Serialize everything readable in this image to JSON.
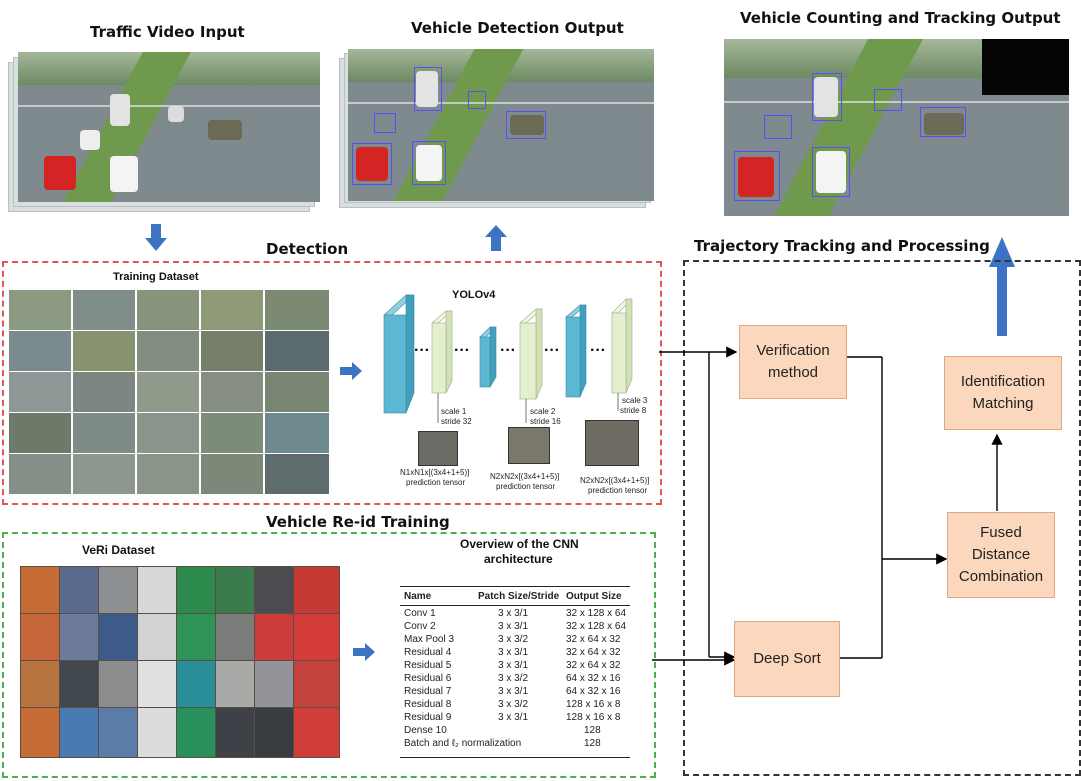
{
  "titles": {
    "traffic_input": "Traffic Video Input",
    "detection_output": "Vehicle Detection Output",
    "counting_output": "Vehicle Counting and Tracking Output",
    "detection": "Detection",
    "trajectory": "Trajectory Tracking and Processing",
    "reid": "Vehicle Re-id Training"
  },
  "detection_panel": {
    "training_dataset": "Training Dataset",
    "yolo": "YOLOv4",
    "scale1": "scale 1",
    "stride1": "stride 32",
    "scale2": "scale 2",
    "stride2": "stride 16",
    "scale3": "scale 3",
    "stride3": "stride 8",
    "tensor1_a": "N1xN1x[(3x4+1+5)]",
    "tensor1_b": "prediction tensor",
    "tensor2_a": "N2xN2x[(3x4+1+5)]",
    "tensor2_b": "prediction tensor",
    "tensor3_a": "N2xN2x[(3x4+1+5)]",
    "tensor3_b": "prediction tensor"
  },
  "reid_panel": {
    "veri_dataset": "VeRi Dataset",
    "cnn_title_1": "Overview of the CNN",
    "cnn_title_2": "architecture",
    "table": {
      "headers": [
        "Name",
        "Patch Size/Stride",
        "Output Size"
      ],
      "rows": [
        [
          "Conv 1",
          "3 x 3/1",
          "32 x 128 x 64"
        ],
        [
          "Conv 2",
          "3 x 3/1",
          "32 x 128 x 64"
        ],
        [
          "Max Pool 3",
          "3 x 3/2",
          "32 x 64 x 32"
        ],
        [
          "Residual 4",
          "3 x 3/1",
          "32 x 64 x 32"
        ],
        [
          "Residual 5",
          "3 x 3/1",
          "32 x 64 x 32"
        ],
        [
          "Residual 6",
          "3 x 3/2",
          "64 x 32 x 16"
        ],
        [
          "Residual 7",
          "3 x 3/1",
          "64 x 32 x 16"
        ],
        [
          "Residual 8",
          "3 x 3/2",
          "128 x 16 x 8"
        ],
        [
          "Residual 9",
          "3 x 3/1",
          "128 x 16 x 8"
        ],
        [
          "Dense 10",
          "",
          "128"
        ],
        [
          "Batch and ℓ₂ normalization",
          "",
          "128"
        ]
      ]
    }
  },
  "tracking_panel": {
    "verification_1": "Verification",
    "verification_2": "method",
    "deep_sort": "Deep Sort",
    "fused_1": "Fused",
    "fused_2": "Distance",
    "fused_3": "Combination",
    "ident_1": "Identification",
    "ident_2": "Matching"
  },
  "colors": {
    "arrow_blue": "#3d73c4",
    "box_fill": "#fad7bd",
    "red_dash": "#e05656",
    "green_dash": "#4caf50",
    "layer_blue": "#5cb8d2",
    "layer_green": "#e4efcf"
  }
}
